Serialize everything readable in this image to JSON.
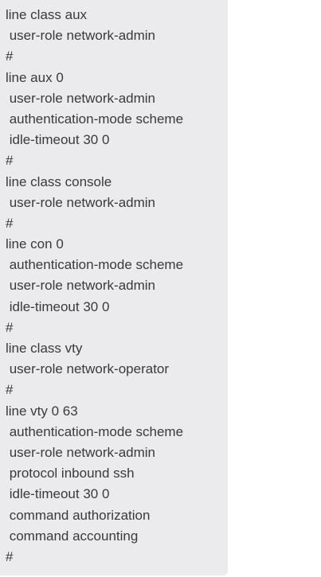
{
  "config": {
    "lines": [
      "line class aux",
      " user-role network-admin",
      "#",
      "line aux 0",
      " user-role network-admin",
      " authentication-mode scheme",
      " idle-timeout 30 0",
      "#",
      "line class console",
      " user-role network-admin",
      "#",
      "line con 0",
      " authentication-mode scheme",
      " user-role network-admin",
      " idle-timeout 30 0",
      "#",
      "line class vty",
      " user-role network-operator",
      "#",
      "line vty 0 63",
      " authentication-mode scheme",
      " user-role network-admin",
      " protocol inbound ssh",
      " idle-timeout 30 0",
      " command authorization",
      " command accounting",
      "#"
    ]
  }
}
